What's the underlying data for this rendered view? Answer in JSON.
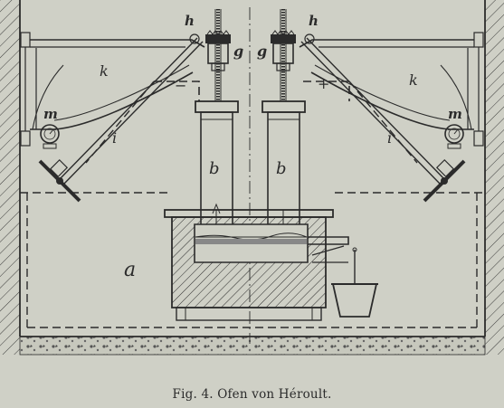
{
  "caption": "Fig. 4. Ofen von Héroult.",
  "labels": {
    "h_left": "h",
    "h_right": "h",
    "g_left": "g",
    "g_right": "g",
    "k_left": "k",
    "k_right": "k",
    "m_left": "m",
    "m_right": "m",
    "i_left": "i",
    "i_right": "i",
    "b_left": "b",
    "b_right": "b",
    "a": "a",
    "minus": "−",
    "plus": "+"
  },
  "colors": {
    "paper": "#cfd0c6",
    "ink": "#2b2b2b"
  }
}
